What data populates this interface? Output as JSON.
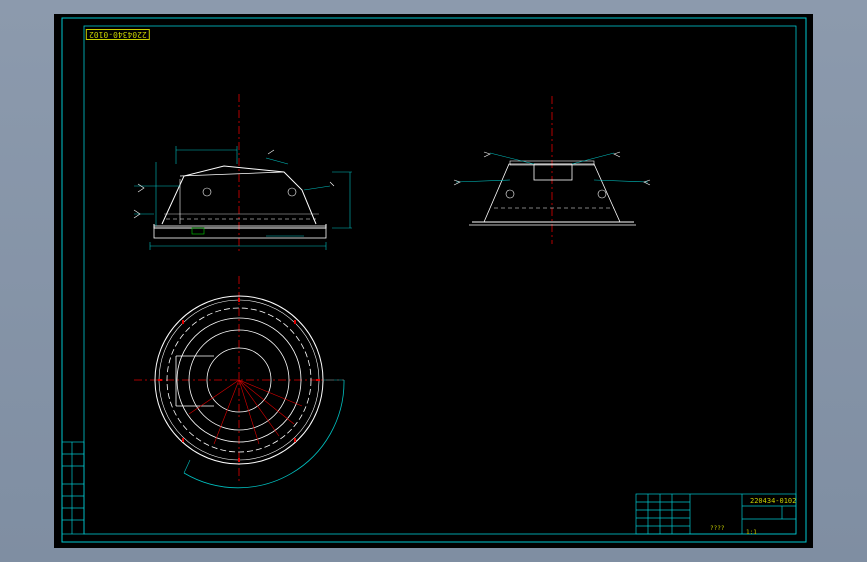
{
  "drawing": {
    "code_top_left": "2204340-0102",
    "code_title_block": "220434-0102",
    "name_title_block": "????",
    "scale_mark": "1:1",
    "sheet_text": "????????"
  },
  "colors": {
    "background": "#000000",
    "frame": "#00c8d0",
    "outline": "#ffffff",
    "centerline": "#e00000",
    "dimension": "#00c0c0",
    "text": "#c8d000",
    "hatch_symbol": "#00d000"
  },
  "icons": [
    "weld-symbol-icon",
    "surface-finish-icon",
    "datum-icon"
  ]
}
